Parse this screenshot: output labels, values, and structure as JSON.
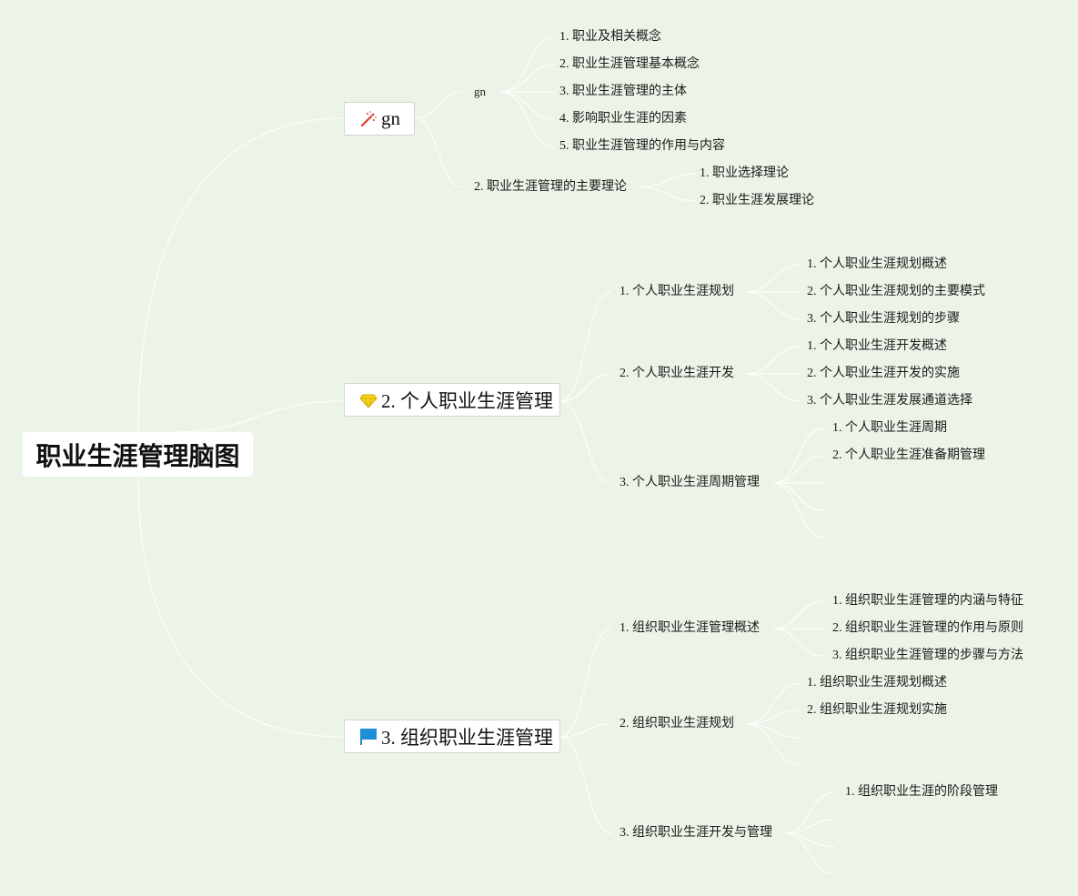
{
  "root": {
    "title": "职业生涯管理脑图"
  },
  "branches": [
    {
      "label": "gn",
      "icon": "magic-wand-icon",
      "children": [
        {
          "label": "gn",
          "children": [
            "1. 职业及相关概念",
            "2. 职业生涯管理基本概念",
            "3. 职业生涯管理的主体",
            "4. 影响职业生涯的因素",
            "5. 职业生涯管理的作用与内容"
          ]
        },
        {
          "label": "2. 职业生涯管理的主要理论",
          "children": [
            "1. 职业选择理论",
            "2. 职业生涯发展理论"
          ]
        }
      ]
    },
    {
      "label": "2. 个人职业生涯管理",
      "icon": "diamond-icon",
      "children": [
        {
          "label": "1. 个人职业生涯规划",
          "children": [
            "1. 个人职业生涯规划概述",
            "2. 个人职业生涯规划的主要模式",
            "3. 个人职业生涯规划的步骤"
          ]
        },
        {
          "label": "2. 个人职业生涯开发",
          "children": [
            "1. 个人职业生涯开发概述",
            "2. 个人职业生涯开发的实施",
            "3. 个人职业生涯发展通道选择"
          ]
        },
        {
          "label": "3. 个人职业生涯周期管理",
          "children": [
            "1. 个人职业生涯周期",
            "2. 个人职业生涯准备期管理"
          ]
        }
      ]
    },
    {
      "label": "3. 组织职业生涯管理",
      "icon": "flag-icon",
      "children": [
        {
          "label": "1. 组织职业生涯管理概述",
          "children": [
            "1. 组织职业生涯管理的内涵与特征",
            "2. 组织职业生涯管理的作用与原则",
            "3. 组织职业生涯管理的步骤与方法"
          ]
        },
        {
          "label": "2. 组织职业生涯规划",
          "children": [
            "1. 组织职业生涯规划概述",
            "2. 组织职业生涯规划实施"
          ]
        },
        {
          "label": "3. 组织职业生涯开发与管理",
          "children": [
            "1. 组织职业生涯的阶段管理"
          ]
        }
      ]
    }
  ],
  "colors": {
    "background": "#ecf4e8",
    "connector": "#ffffff",
    "wand": "#e03a2c",
    "diamond": "#f5d416",
    "flag": "#1e8fd6"
  }
}
